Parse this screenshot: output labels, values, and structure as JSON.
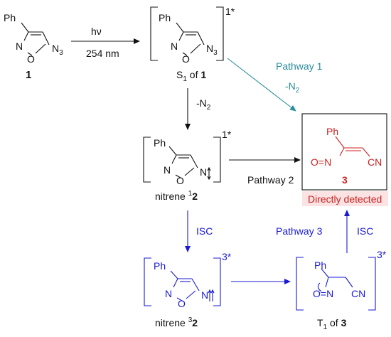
{
  "colors": {
    "black": "#111111",
    "blue": "#1a1ad6",
    "teal": "#2a8c9e",
    "red": "#cc2222"
  },
  "atoms": {
    "ph": "Ph",
    "n": "N",
    "o": "O",
    "n3": "N",
    "n3_sub": "3",
    "cn": "CN",
    "o_eq_n": "O=N"
  },
  "compound1": {
    "label": "1"
  },
  "arrow_photolysis": {
    "above": "hν",
    "below": "254 nm"
  },
  "excited_state": {
    "superscript": "1*",
    "caption_prefix": "S",
    "caption_sub": "1",
    "caption_mid": " of ",
    "caption_bold": "1"
  },
  "loss_n2": {
    "text": "-N",
    "sub": "2"
  },
  "pathway1": {
    "label": "Pathway 1",
    "loss": "-N",
    "loss_sub": "2"
  },
  "singlet_nitrene": {
    "superscript": "1*",
    "caption_prefix": "nitrene ",
    "caption_sup": "1",
    "caption_bold": "2"
  },
  "pathway2": {
    "label": "Pathway 2"
  },
  "product3": {
    "label": "3",
    "detected": "Directly detected"
  },
  "isc_left": {
    "label": "ISC"
  },
  "triplet_nitrene": {
    "superscript": "3*",
    "caption_prefix": "nitrene ",
    "caption_sup": "3",
    "caption_bold": "2"
  },
  "pathway3": {
    "label": "Pathway 3"
  },
  "isc_right": {
    "label": "ISC"
  },
  "triplet_product": {
    "superscript": "3*",
    "caption_prefix": "T",
    "caption_sub": "1",
    "caption_mid": " of ",
    "caption_bold": "3"
  }
}
